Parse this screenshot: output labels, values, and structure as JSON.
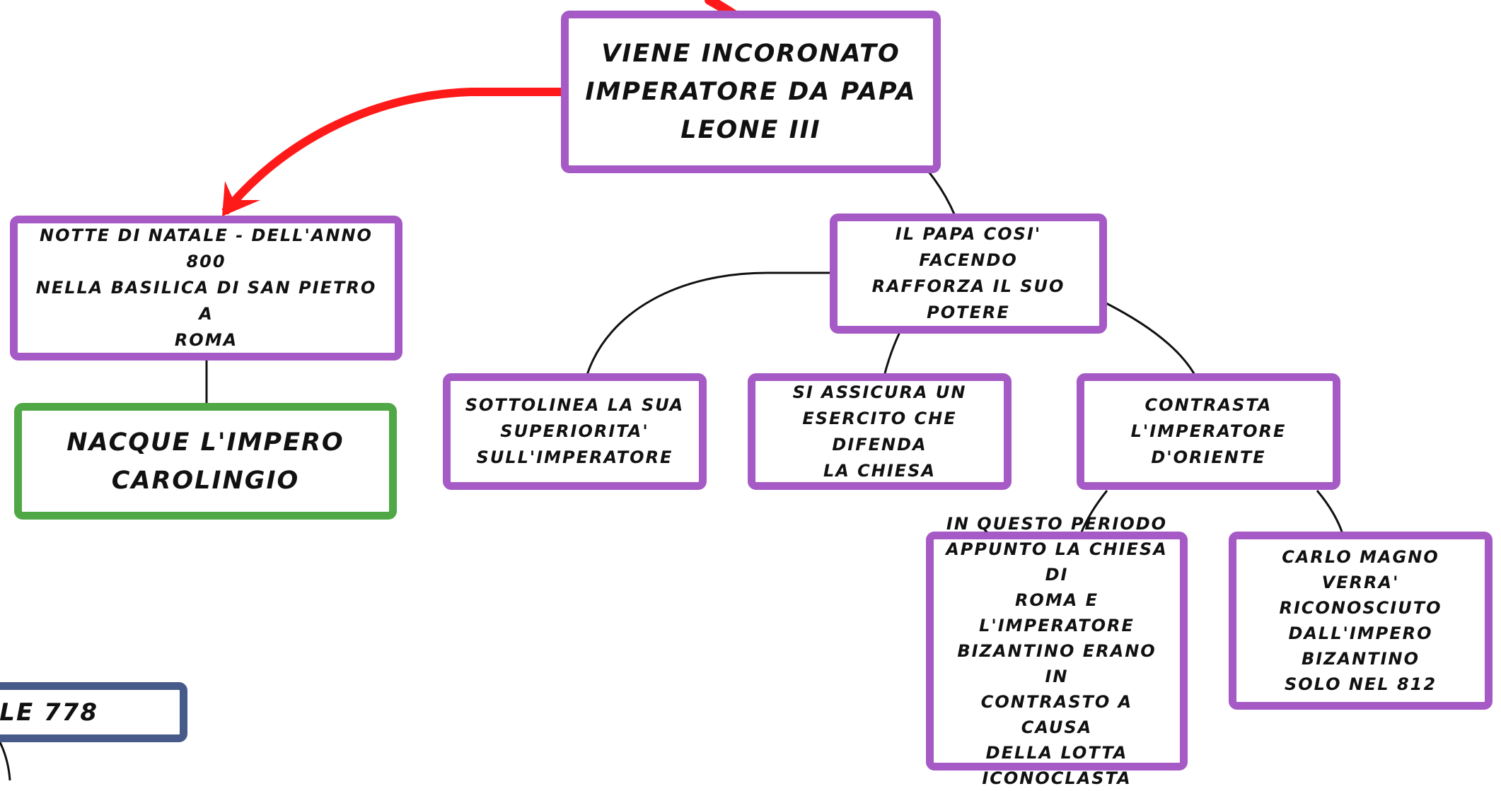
{
  "colors": {
    "primary_node_border": "#a55ac5",
    "result_node_border": "#4fa845",
    "date_node_border": "#475b8b",
    "highlight_arrow": "#ff1a1a",
    "connector": "#111111"
  },
  "nodes": {
    "coronation": "VIENE INCORONATO\nIMPERATORE DA PAPA\nLEONE III",
    "christmas_night": "NOTTE DI NATALE - DELL'ANNO 800\nNELLA BASILICA DI SAN PIETRO A\nROMA",
    "carolingian_empire": "NACQUE L'IMPERO\nCAROLINGIO",
    "pope_power": "IL PAPA COSI' FACENDO\nRAFFORZA IL SUO POTERE",
    "superiority": "SOTTOLINEA LA SUA\nSUPERIORITA'\nSULL'IMPERATORE",
    "army": "SI ASSICURA UN\nESERCITO CHE DIFENDA\nLA CHIESA",
    "eastern_emperor": "CONTRASTA\nL'IMPERATORE\nD'ORIENTE",
    "iconoclast": "IN QUESTO PERIODO\nAPPUNTO LA CHIESA DI\nROMA E L'IMPERATORE\nBIZANTINO ERANO IN\nCONTRASTO A CAUSA\nDELLA LOTTA\nICONOCLASTA",
    "byzantine_recognition": "CARLO MAGNO VERRA'\nRICONOSCIUTO\nDALL'IMPERO BIZANTINO\nSOLO NEL 812",
    "year_778": "LE 778"
  }
}
